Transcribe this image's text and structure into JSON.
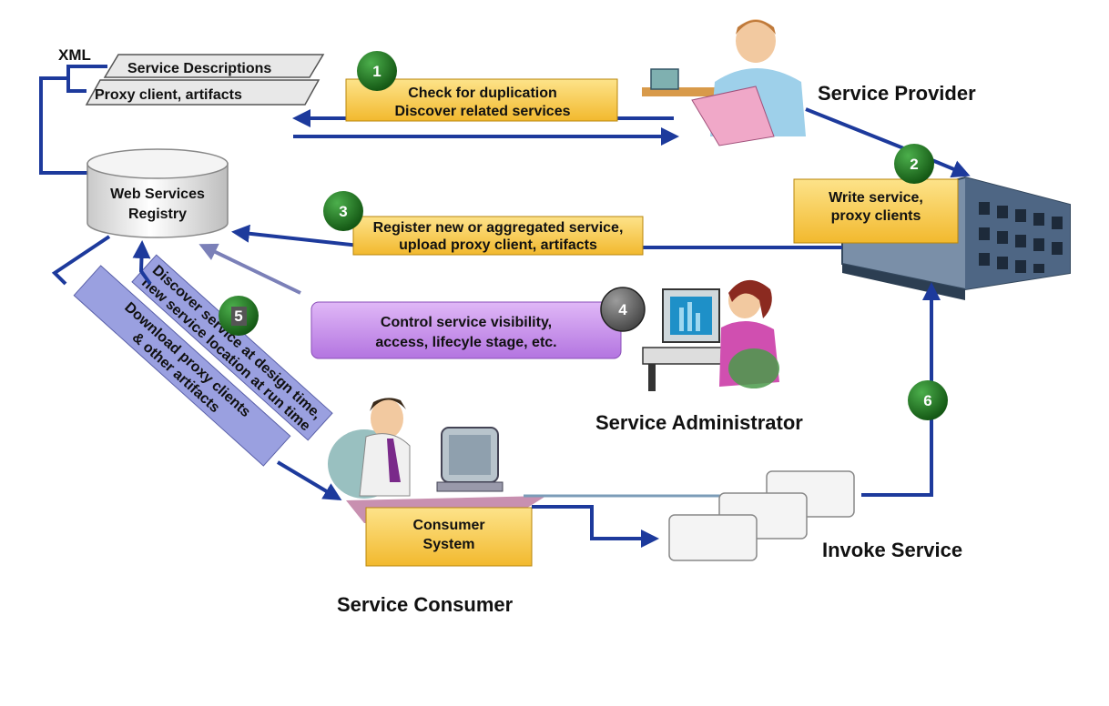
{
  "xml": {
    "label": "XML",
    "service_descriptions": "Service Descriptions",
    "proxy_client_artifacts": "Proxy client, artifacts"
  },
  "registry": {
    "line1": "Web Services",
    "line2": "Registry"
  },
  "step1": {
    "number": "1",
    "line1": "Check for duplication",
    "line2": "Discover related services"
  },
  "step2": {
    "number": "2",
    "line1": "Write service,",
    "line2": "proxy clients"
  },
  "step3": {
    "number": "3",
    "line1": "Register new or aggregated service,",
    "line2": "upload proxy client, artifacts"
  },
  "step4": {
    "number": "4",
    "line1": "Control service visibility,",
    "line2": "access, lifecyle stage, etc."
  },
  "step5": {
    "number": "5",
    "line1": "Discover service at design time,",
    "line2": "new service location at run time"
  },
  "step6": {
    "number": "6"
  },
  "download": {
    "line1": "Download proxy clients",
    "line2": "& other artifacts"
  },
  "consumer_box": {
    "line1": "Consumer",
    "line2": "System"
  },
  "roles": {
    "provider": "Service Provider",
    "administrator": "Service Administrator",
    "consumer": "Service Consumer",
    "invoke": "Invoke Service"
  },
  "colors": {
    "arrow": "#1d3a9c",
    "arrow_light": "#7b80b8",
    "box_yellow": "#f7c948",
    "box_purple": "#c58ce8",
    "slant_box": "#9aa0e0",
    "badge_green": "#1e6b1e",
    "badge_gray": "#6e6e6e",
    "badge_dark": "#3c3c3c"
  }
}
